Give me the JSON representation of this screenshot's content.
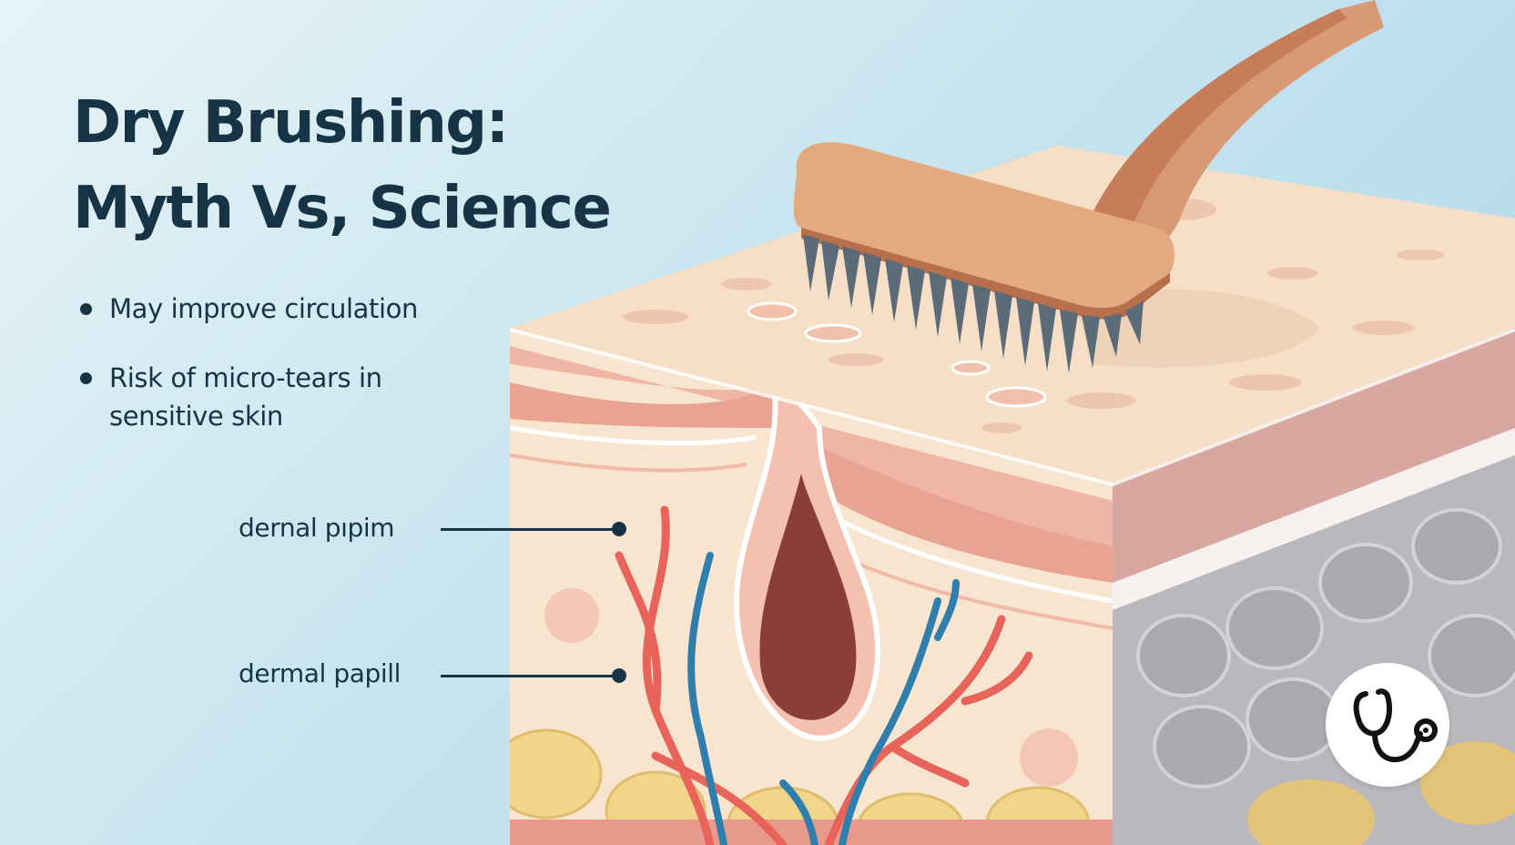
{
  "title": {
    "line1": "Dry Brushing:",
    "line2": "Myth Vs, Science"
  },
  "bullets": [
    "May improve circulation",
    "Risk of micro-tears in sensitive skin"
  ],
  "labels": {
    "label1": "dernal pıpim",
    "label2": "dermal papill"
  },
  "icons": {
    "badge": "stethoscope-icon",
    "illustration": "skin-cross-section-with-brush"
  },
  "colors": {
    "text": "#173447",
    "background": "#c8e5ef",
    "skin": "#f6dfc6",
    "artery": "#e8645a",
    "vein": "#2f7fae",
    "brush_handle": "#d89a74",
    "bristles": "#5c6b78"
  }
}
